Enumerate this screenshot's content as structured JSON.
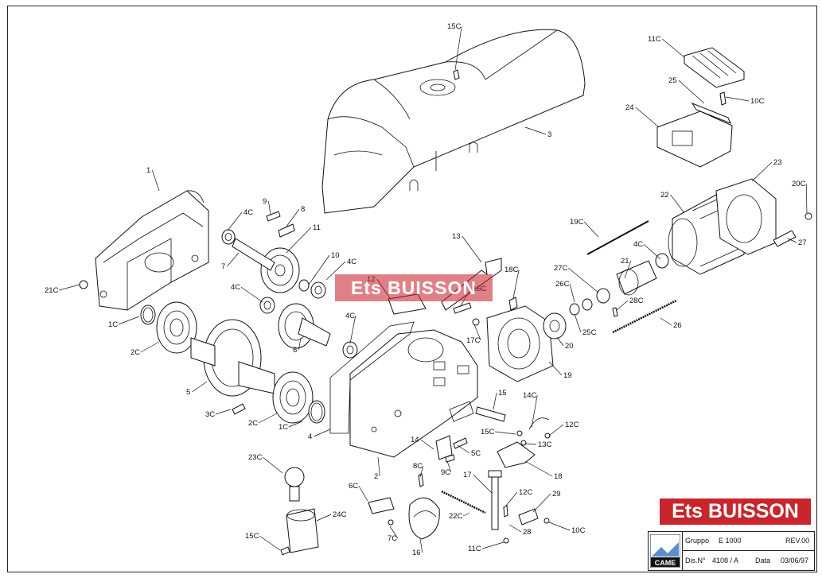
{
  "watermark": "Ets BUISSON",
  "brand_banner": "Ets BUISSON",
  "title_block": {
    "logo_text": "CAME",
    "gruppo_label": "Gruppo",
    "gruppo_value": "E 1000",
    "rev": "REV.00",
    "dis_label": "Dis.N°",
    "dis_value": "4108 / A",
    "data_label": "Data",
    "data_value": "03/06/97"
  },
  "callouts": [
    "15C",
    "11C",
    "25",
    "10C",
    "24",
    "3",
    "23",
    "20C",
    "22",
    "27",
    "1",
    "9",
    "8",
    "4C",
    "11",
    "7",
    "10",
    "4C",
    "4C",
    "12",
    "16C",
    "13",
    "18C",
    "19C",
    "4C",
    "21",
    "27C",
    "26C",
    "28C",
    "25C",
    "26",
    "20",
    "21C",
    "1C",
    "2C",
    "4C",
    "6",
    "17C",
    "19",
    "5",
    "3C",
    "2C",
    "1C",
    "4",
    "15",
    "14C",
    "12C",
    "15C",
    "13C",
    "14",
    "5C",
    "9C",
    "18",
    "8C",
    "23C",
    "2",
    "17",
    "6C",
    "12C",
    "22C",
    "29",
    "24C",
    "7C",
    "28",
    "10C",
    "15C",
    "16",
    "11C"
  ]
}
